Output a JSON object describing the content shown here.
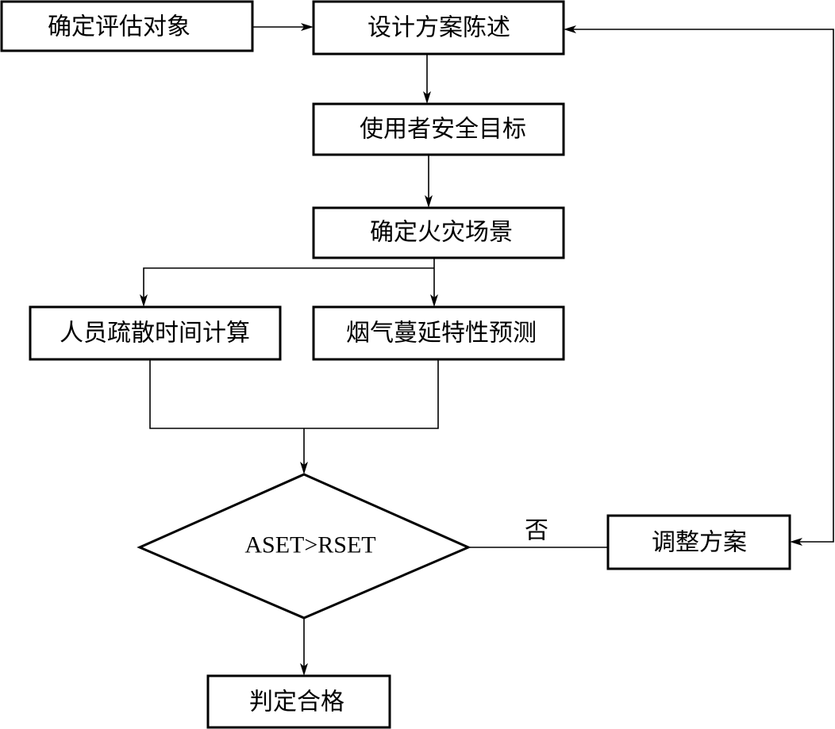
{
  "nodes": {
    "determine_object": "确定评估对象",
    "design_statement": "设计方案陈述",
    "safety_goal": "使用者安全目标",
    "fire_scenario": "确定火灾场景",
    "evacuation_time": "人员疏散时间计算",
    "smoke_prediction": "烟气蔓延特性预测",
    "decision": "ASET>RSET",
    "adjust_plan": "调整方案",
    "qualified": "判定合格"
  },
  "edges": {
    "no_label": "否"
  }
}
